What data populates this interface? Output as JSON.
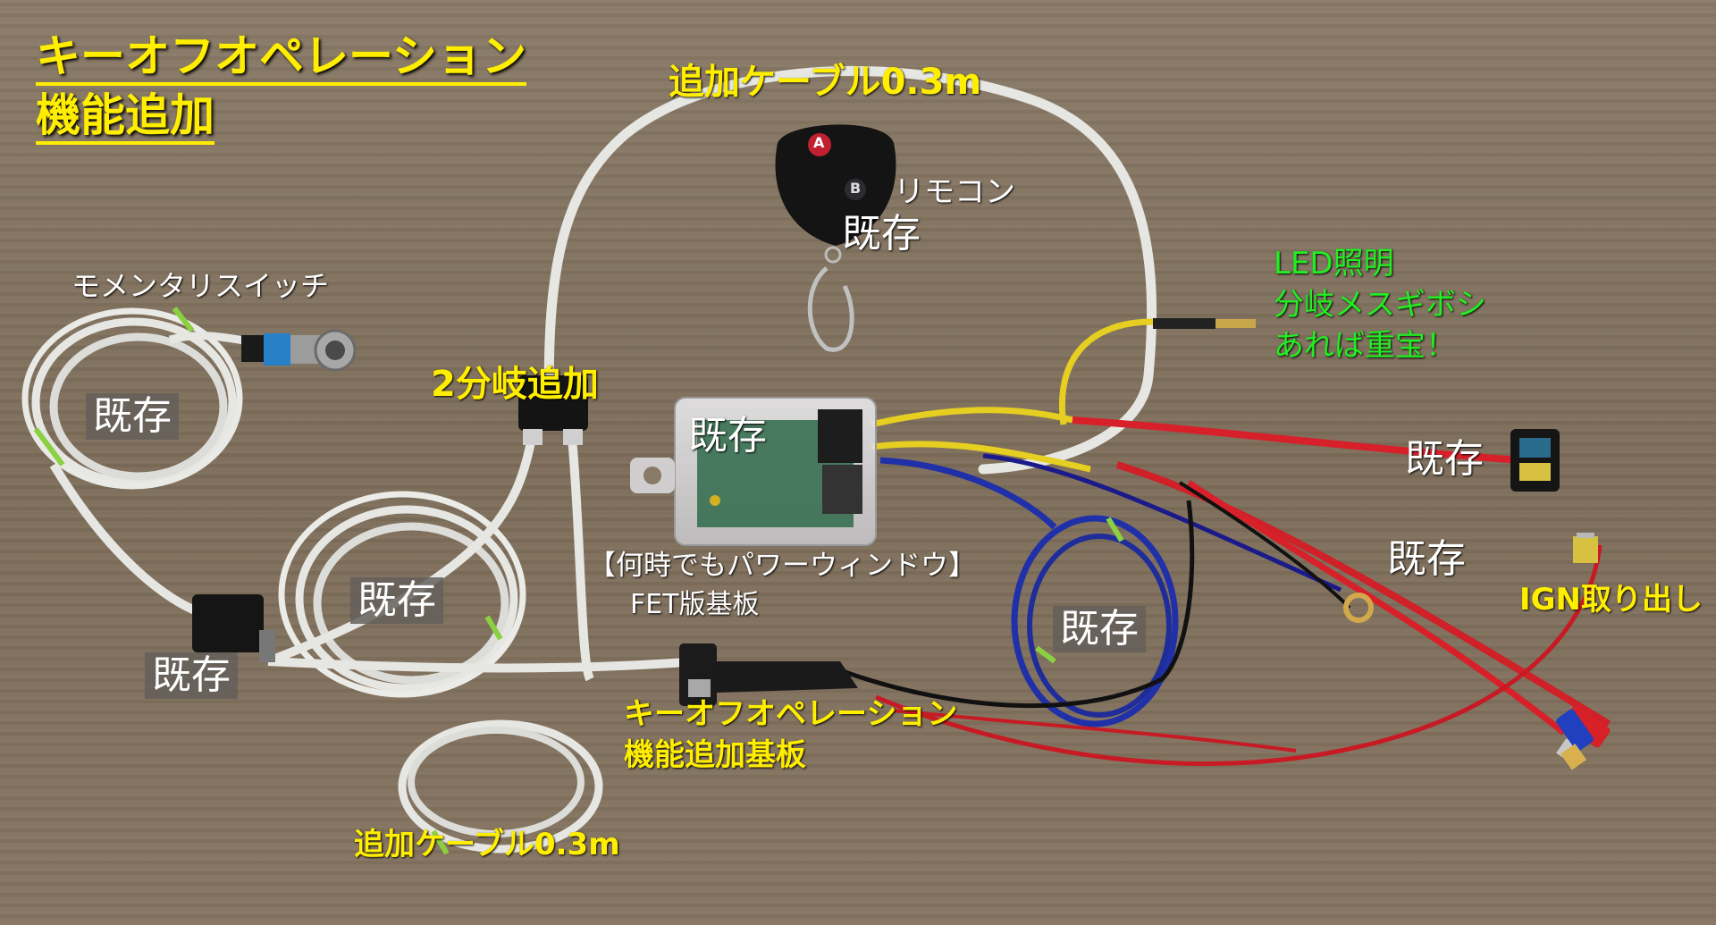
{
  "title": {
    "line1": "キーオフオペレーション",
    "line2": "機能追加"
  },
  "labels": {
    "cable_top": "追加ケーブル0.3m",
    "cable_bottom": "追加ケーブル0.3m",
    "remote": "リモコン",
    "momentary": "モメンタリスイッチ",
    "splitter": "2分岐追加",
    "led_1": "LED照明",
    "led_2": "分岐メスギボシ",
    "led_3": "あれば重宝！",
    "main_board_1": "【何時でもパワーウィンドウ】",
    "main_board_2": "FET版基板",
    "koff_board_1": "キーオフオペレーション",
    "koff_board_2": "機能追加基板",
    "ign": "IGN取り出し"
  },
  "existing_tag": "既存",
  "remote_buttons": {
    "a": "A",
    "b": "B"
  },
  "colors": {
    "title": "#ffee00",
    "led_note": "#22ee22",
    "label": "#ffffff",
    "cable": "#e6e6e2"
  }
}
